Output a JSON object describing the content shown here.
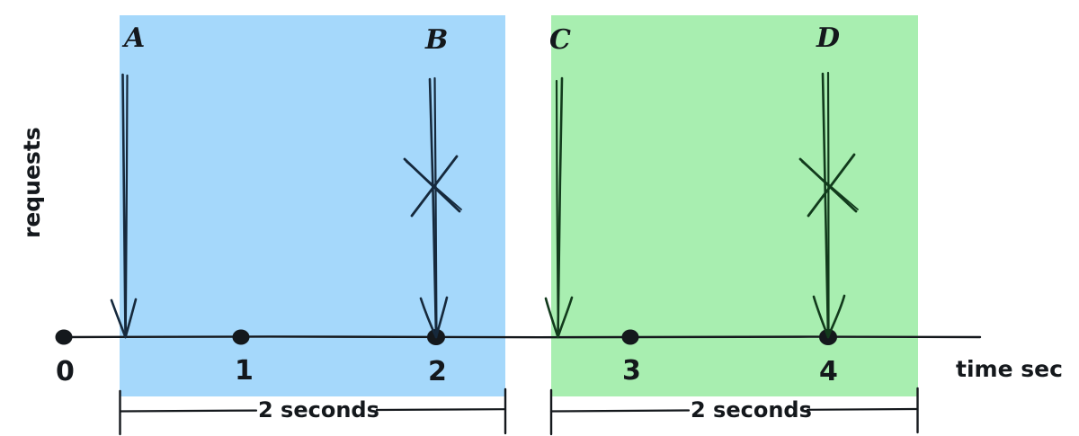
{
  "figure": {
    "type": "timeline-diagram",
    "axis": {
      "ylabel": "requests",
      "xlabel": "time sec",
      "ticks": [
        "0",
        "1",
        "2",
        "3",
        "4"
      ],
      "tick_values": [
        0,
        1,
        2,
        3,
        4
      ],
      "axis_color": "#14181c"
    },
    "windows": [
      {
        "id": "window-1",
        "color": "#a5d8fb",
        "start_tick": 0,
        "end_tick": 2,
        "bracket_label": "2 seconds"
      },
      {
        "id": "window-2",
        "color": "#a8eeb0",
        "start_tick": 2,
        "end_tick": 4,
        "bracket_label": "2 seconds"
      }
    ],
    "requests": [
      {
        "label": "A",
        "window": "window-1",
        "at_tick": 0,
        "rejected": false,
        "stroke": "#16293c"
      },
      {
        "label": "B",
        "window": "window-1",
        "at_tick": 2,
        "rejected": true,
        "stroke": "#16293c"
      },
      {
        "label": "C",
        "window": "window-2",
        "at_tick": 2,
        "rejected": false,
        "stroke": "#123a1c"
      },
      {
        "label": "D",
        "window": "window-2",
        "at_tick": 4,
        "rejected": true,
        "stroke": "#123a1c"
      }
    ]
  }
}
